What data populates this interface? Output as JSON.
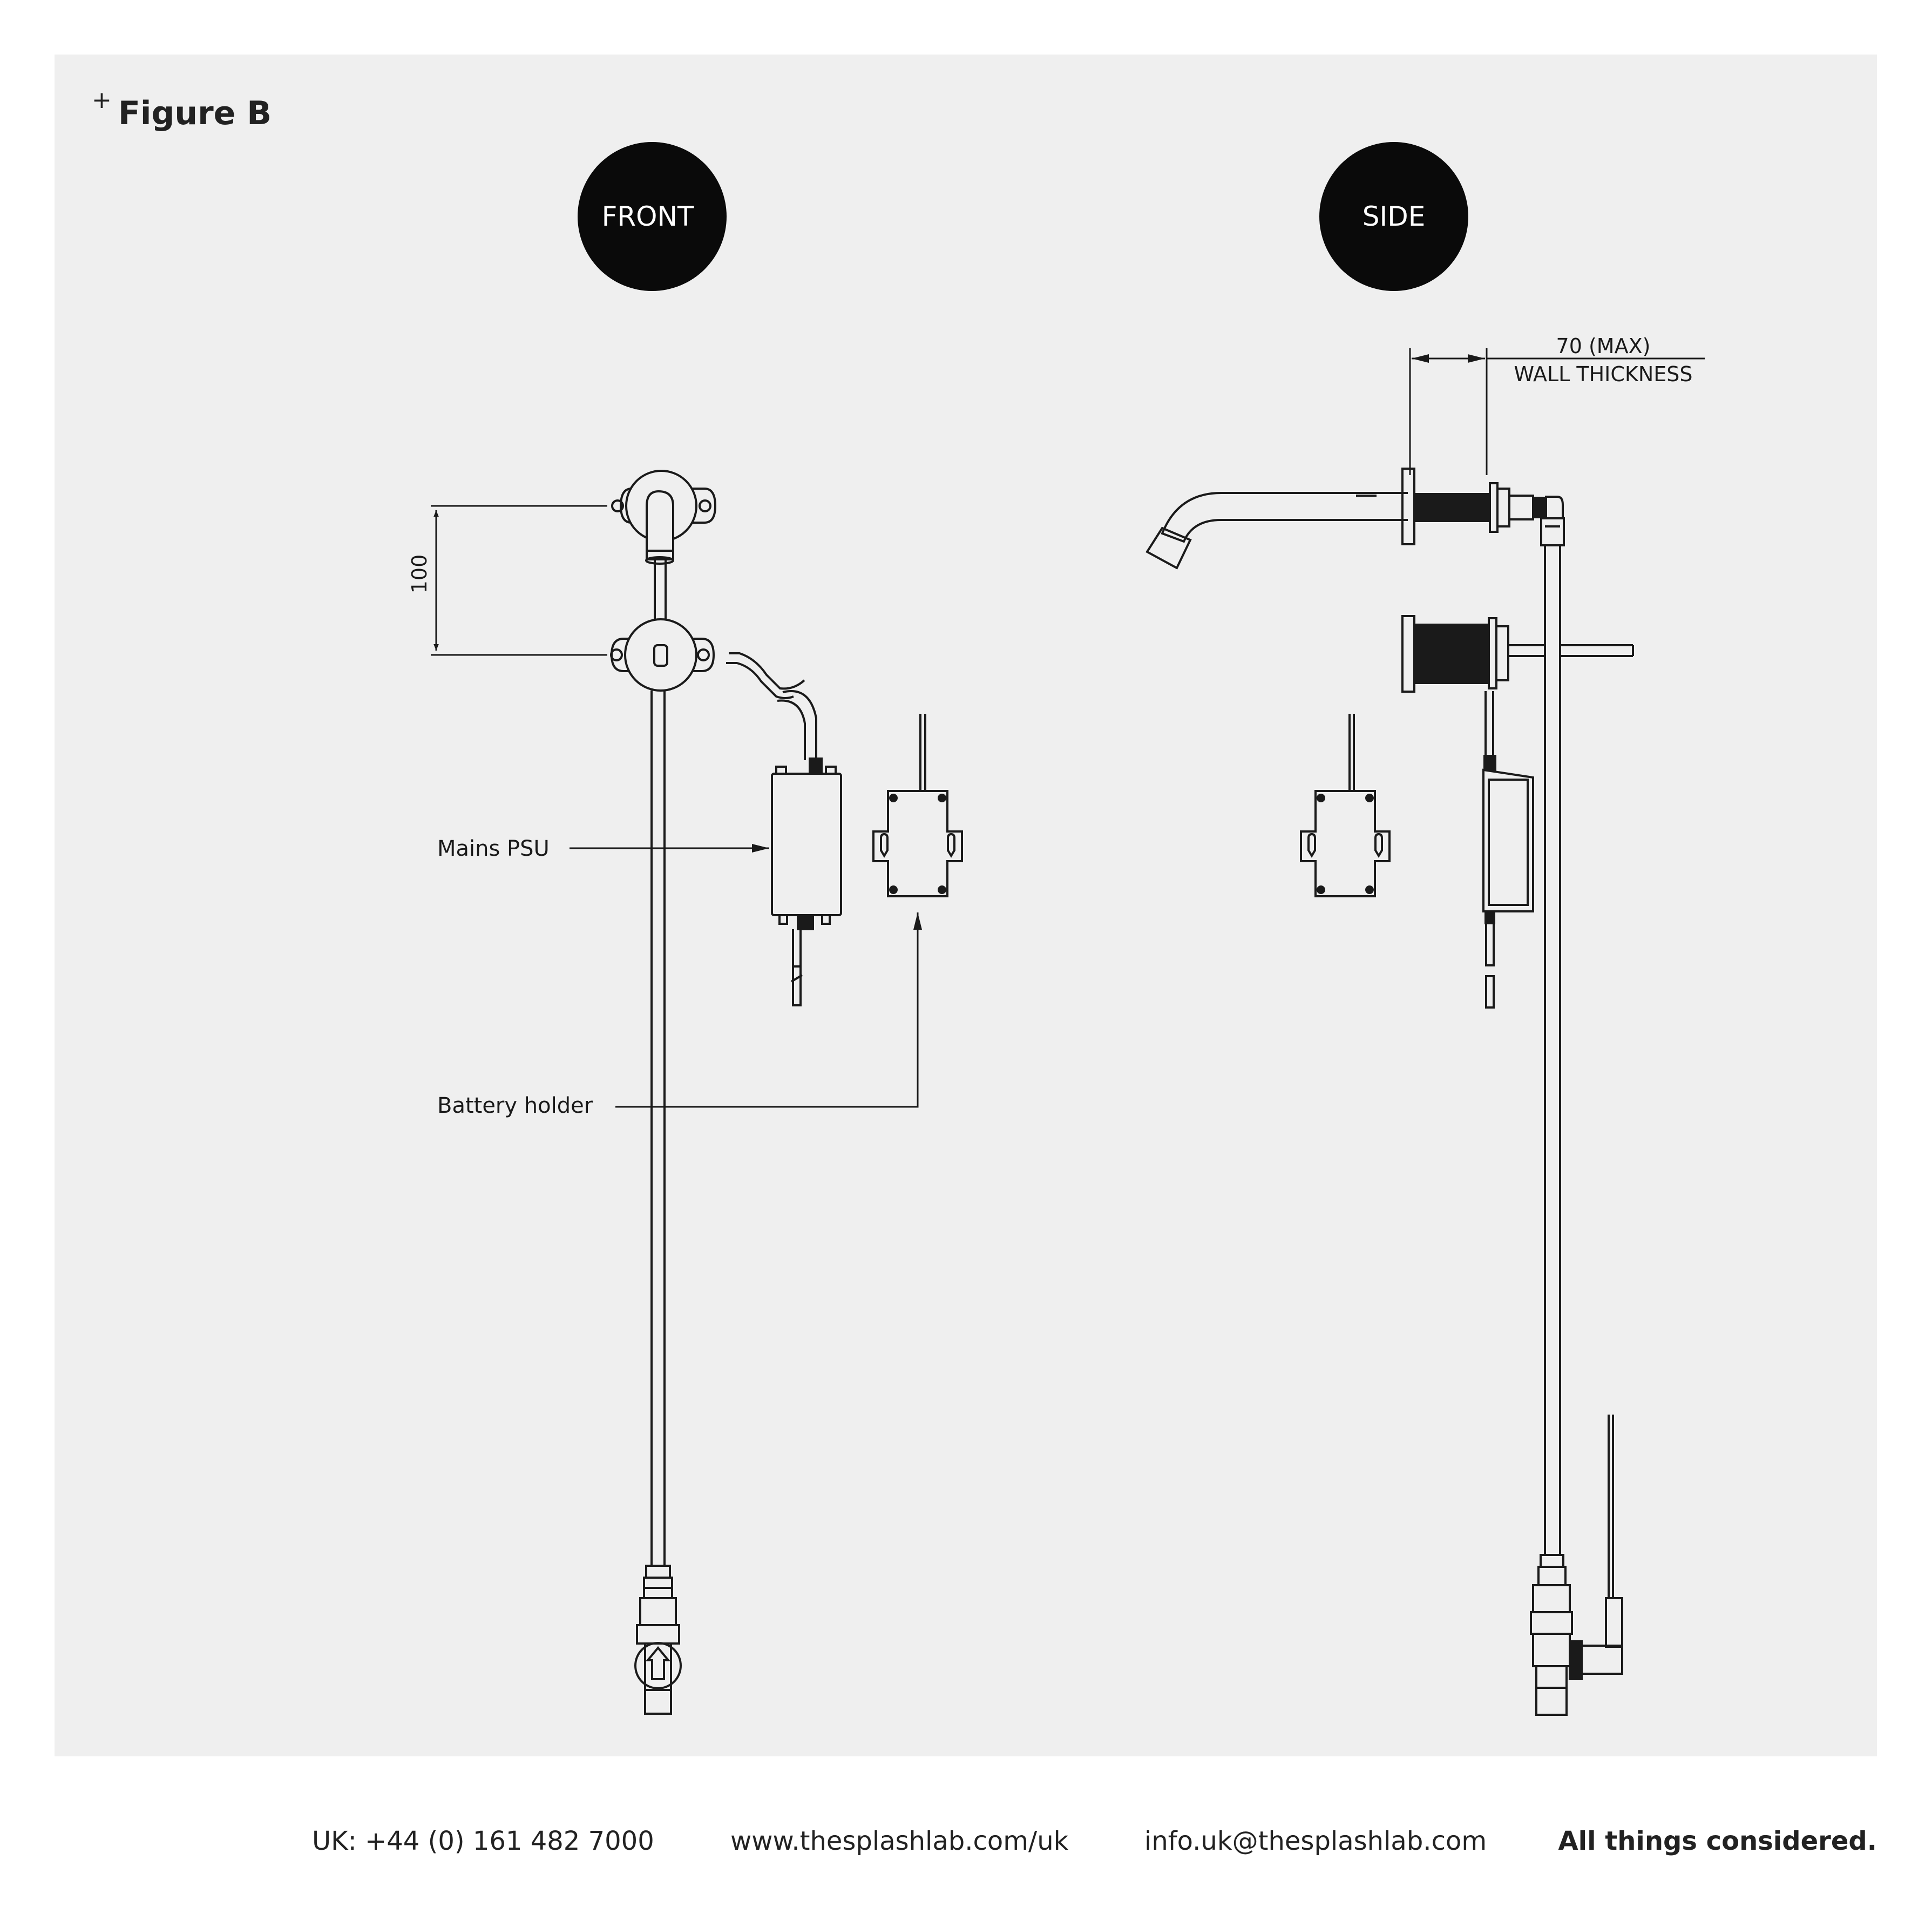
{
  "figure": {
    "plus": "+",
    "title": "Figure B"
  },
  "views": {
    "front": "FRONT",
    "side": "SIDE"
  },
  "labels": {
    "mains_psu": "Mains PSU",
    "battery_holder": "Battery holder"
  },
  "dimensions": {
    "spacing": "100",
    "wall_max": "70 (MAX)",
    "wall_label": "WALL THICKNESS"
  },
  "footer": {
    "phone": "UK: +44 (0) 161 482 7000",
    "website": "www.thesplashlab.com/uk",
    "email": "info.uk@thesplashlab.com",
    "tagline": "All things considered."
  },
  "colors": {
    "panel": "#efefef",
    "ink": "#1a1a1a",
    "badge": "#0a0a0a"
  }
}
